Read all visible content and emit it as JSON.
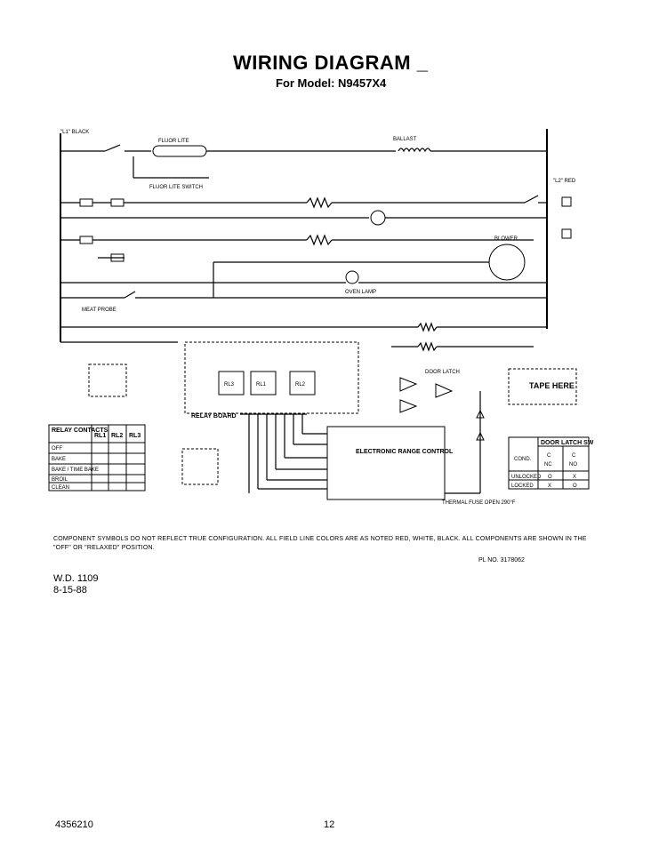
{
  "header": {
    "title": "WIRING DIAGRAM _",
    "model": "For Model: N9457X4"
  },
  "diagram": {
    "line_l1": "\"L1\" BLACK",
    "line_l2": "\"L2\" RED",
    "fluor_lite": "FLUOR LITE",
    "ballast": "BALLAST",
    "fluor_switch": "FLUOR LITE SWITCH",
    "oven_lamp": "OVEN LAMP",
    "meat_probe": "MEAT PROBE",
    "blower_motor": "BLOWER",
    "relay_board": "RELAY BOARD",
    "rl1": "RL1",
    "rl2": "RL2",
    "rl3": "RL3",
    "erc": "ELECTRONIC RANGE CONTROL",
    "door_latch": "DOOR LATCH",
    "thermal_fuse": "THERMAL FUSE OPEN 290°F",
    "tape_here": "TAPE HERE"
  },
  "relay_table": {
    "header": [
      "RELAY CONTACTS",
      "RL1",
      "RL2",
      "RL3"
    ],
    "rows": [
      [
        "OFF",
        "",
        "",
        ""
      ],
      [
        "BAKE",
        "",
        "",
        ""
      ],
      [
        "BAKE / TIME BAKE",
        "",
        "",
        ""
      ],
      [
        "BROIL",
        "",
        "",
        ""
      ],
      [
        "CLEAN",
        "",
        "",
        ""
      ]
    ]
  },
  "door_latch_table": {
    "header": [
      "",
      "DOOR LATCH SW"
    ],
    "subheader": [
      "COND.",
      "C",
      "C"
    ],
    "subheader2": [
      "",
      "NC",
      "NO"
    ],
    "rows": [
      [
        "UNLOCKED",
        "O",
        "X"
      ],
      [
        "LOCKED",
        "X",
        "O"
      ]
    ]
  },
  "notes": {
    "line1": "COMPONENT SYMBOLS DO NOT REFLECT TRUE CONFIGURATION. ALL FIELD LINE COLORS ARE AS NOTED RED, WHITE, BLACK. ALL COMPONENTS ARE SHOWN IN THE",
    "line2": "\"OFF\" OR \"RELAXED\" POSITION.",
    "pl_no": "PL NO. 3178062"
  },
  "footer": {
    "wd": "W.D. 1109",
    "date": "8-15-88",
    "doc_no": "4356210",
    "page": "12"
  }
}
